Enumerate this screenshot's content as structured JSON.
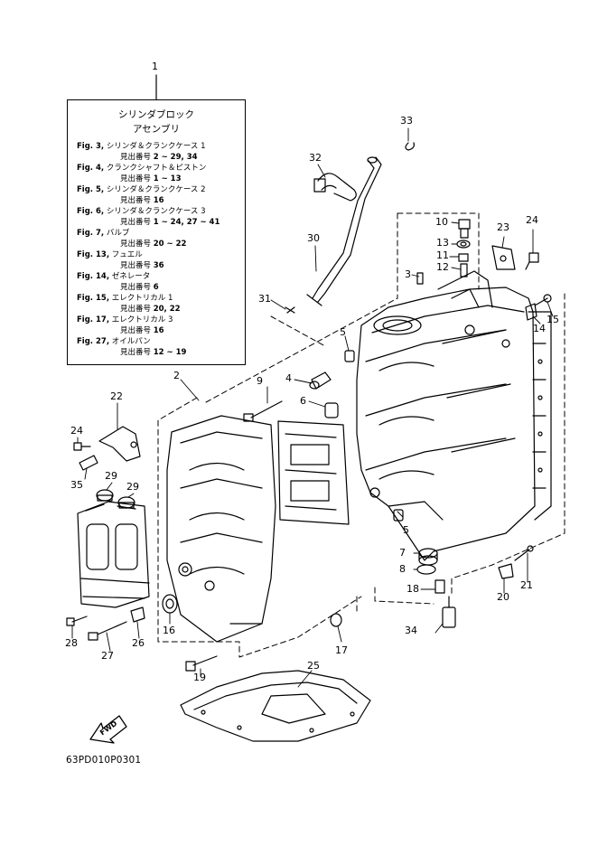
{
  "legend": {
    "title_line1": "シリンダブロック",
    "title_line2": "アセンブリ",
    "entries": [
      {
        "fig": "Fig. 3,",
        "name": "シリンダ＆クランクケース 1",
        "sub_prefix": "見出番号",
        "sub_range": "2 ~ 29, 34"
      },
      {
        "fig": "Fig. 4,",
        "name": "クランクシャフト＆ピストン",
        "sub_prefix": "見出番号",
        "sub_range": "1 ~ 13"
      },
      {
        "fig": "Fig. 5,",
        "name": "シリンダ＆クランクケース 2",
        "sub_prefix": "見出番号",
        "sub_range": "16"
      },
      {
        "fig": "Fig. 6,",
        "name": "シリンダ＆クランクケース 3",
        "sub_prefix": "見出番号",
        "sub_range": "1 ~ 24, 27 ~ 41"
      },
      {
        "fig": "Fig. 7,",
        "name": "バルブ",
        "sub_prefix": "見出番号",
        "sub_range": "20 ~ 22"
      },
      {
        "fig": "Fig. 13,",
        "name": "フュエル",
        "sub_prefix": "見出番号",
        "sub_range": "36"
      },
      {
        "fig": "Fig. 14,",
        "name": "ゼネレータ",
        "sub_prefix": "見出番号",
        "sub_range": "6"
      },
      {
        "fig": "Fig. 15,",
        "name": "エレクトリカル 1",
        "sub_prefix": "見出番号",
        "sub_range": "20, 22"
      },
      {
        "fig": "Fig. 17,",
        "name": "エレクトリカル 3",
        "sub_prefix": "見出番号",
        "sub_range": "16"
      },
      {
        "fig": "Fig. 27,",
        "name": "オイルパン",
        "sub_prefix": "見出番号",
        "sub_range": "12 ~ 19"
      }
    ]
  },
  "callouts": [
    "1",
    "2",
    "3",
    "4",
    "5",
    "5",
    "6",
    "7",
    "8",
    "9",
    "10",
    "11",
    "12",
    "13",
    "14",
    "15",
    "16",
    "17",
    "18",
    "19",
    "20",
    "21",
    "22",
    "23",
    "24",
    "24",
    "25",
    "26",
    "27",
    "28",
    "29",
    "29",
    "30",
    "31",
    "32",
    "33",
    "34",
    "35"
  ],
  "fwd_label": "FWD",
  "catalog_code": "63PD010P0301",
  "colors": {
    "ink": "#000000",
    "paper": "#ffffff"
  }
}
